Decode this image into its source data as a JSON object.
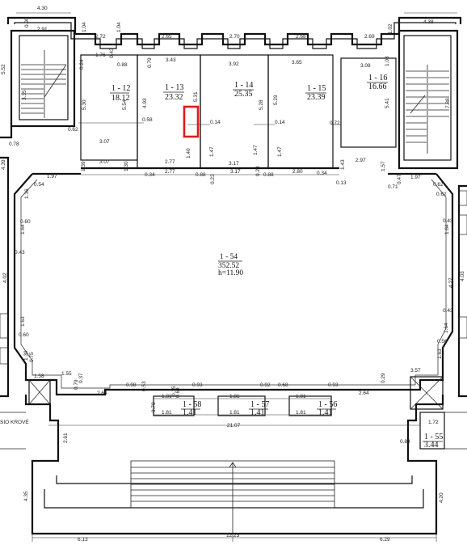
{
  "rooms": [
    {
      "key": "r12",
      "id": "1 - 12",
      "area": "18.12"
    },
    {
      "key": "r13",
      "id": "1 - 13",
      "area": "23.32"
    },
    {
      "key": "r14",
      "id": "1 - 14",
      "area": "25.35"
    },
    {
      "key": "r15",
      "id": "1 - 15",
      "area": "23.39"
    },
    {
      "key": "r16",
      "id": "1 - 16",
      "area": "16.66"
    },
    {
      "key": "r54",
      "id": "1 - 54",
      "area": "352.52",
      "height": "h=11.90"
    },
    {
      "key": "r58",
      "id": "1 - 58",
      "area": "1.41"
    },
    {
      "key": "r57",
      "id": "1 - 57",
      "area": "1.41"
    },
    {
      "key": "r56",
      "id": "1 - 56",
      "area": "1.41"
    },
    {
      "key": "r55",
      "id": "1 - 55",
      "area": "3.44"
    }
  ],
  "dims_top": [
    "4.30",
    "0.90",
    "2.91",
    "1.04",
    "2.72",
    "1.04",
    "2.65",
    "2.70",
    "2.68",
    "2.69",
    "1.02",
    "4.38"
  ],
  "dims_upper": [
    "1.76",
    "0.43",
    "0.88",
    "0.24",
    "0.79",
    "3.43",
    "3.92",
    "3.65",
    "3.08",
    "1.03"
  ],
  "dims_vertical": [
    "5.52",
    "3.35",
    "5.30",
    "5.54",
    "4.93",
    "5.31",
    "5.28",
    "5.29",
    "5.41",
    "7.88",
    "4.35",
    "4.02",
    "4.39",
    "4.27",
    "4.03",
    "4.20",
    "1.40",
    "1.47",
    "1.47",
    "1.47",
    "1.39",
    "1.30",
    "1.43",
    "1.57",
    "2.61"
  ],
  "dims_inner": [
    "3.07",
    "3.07",
    "0.58",
    "0.14",
    "0.14",
    "0.72",
    "0.62",
    "0.78",
    "2.77",
    "2.77",
    "0.34",
    "0.88",
    "0.23",
    "3.17",
    "3.17",
    "0.23",
    "0.88",
    "2.80",
    "0.34",
    "0.13",
    "2.97",
    "0.71",
    "0.47",
    "1.97",
    "1.97",
    "0.54",
    "0.62"
  ],
  "dims_side": [
    "1.36",
    "0.60",
    "1.64",
    "0.43",
    "1.63",
    "0.60",
    "1.39",
    "0.75",
    "0.62",
    "1.64",
    "0.56",
    "0.43",
    "0.43",
    "1.64",
    "1.63"
  ],
  "dims_bottom": [
    "1.58",
    "1.55",
    "3.57",
    "2.64",
    "2.64",
    "0.98",
    "0.93",
    "1.81",
    "1.81",
    "1.81",
    "1.81",
    "1.81",
    "1.81",
    "0.92",
    "0.93",
    "0.53",
    "0.69",
    "0.78",
    "0.15",
    "0.68",
    "0.83",
    "1.72",
    "21.07",
    "12.23",
    "6.13",
    "6.29",
    "0.79",
    "0.37",
    "0.29"
  ],
  "small_texts": [
    "SIO KROVĖ",
    "4.30",
    "4.38"
  ]
}
